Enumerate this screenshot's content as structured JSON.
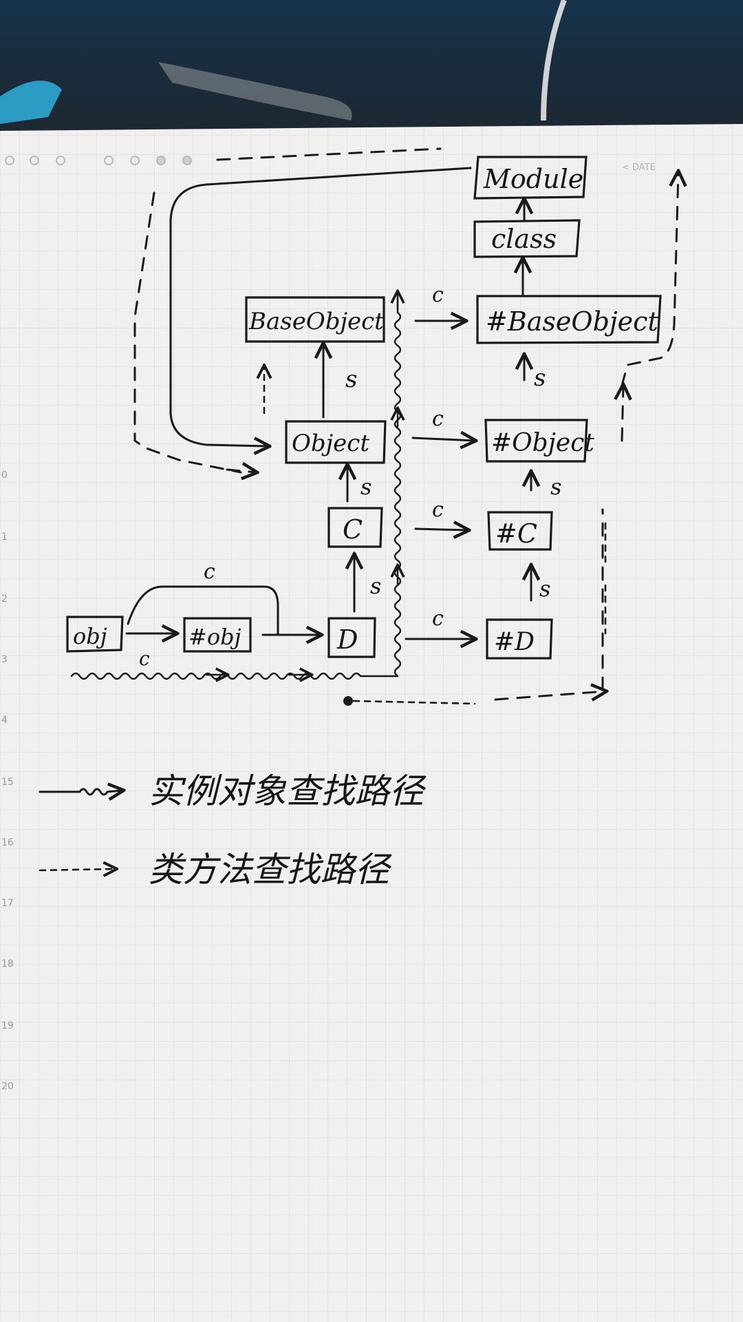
{
  "diagram": {
    "nodes": {
      "module": "Module",
      "class": "class",
      "meta_base_object": "#BaseObject",
      "base_object": "BaseObject",
      "object": "Object",
      "meta_object": "#Object",
      "c": "C",
      "meta_c": "#C",
      "obj": "obj",
      "meta_obj": "#obj",
      "d": "D",
      "meta_d": "#D"
    },
    "edge_labels": {
      "class_edge": "c",
      "superclass_edge": "s"
    },
    "legend": {
      "wavy_arrow_text": "实例对象查找路径",
      "dashed_arrow_text": "类方法查找路径"
    }
  },
  "notebook": {
    "date_label": "< DATE",
    "margin_numbers": [
      "0",
      "1",
      "2",
      "3",
      "4",
      "15",
      "16",
      "17",
      "18",
      "19",
      "20"
    ]
  }
}
